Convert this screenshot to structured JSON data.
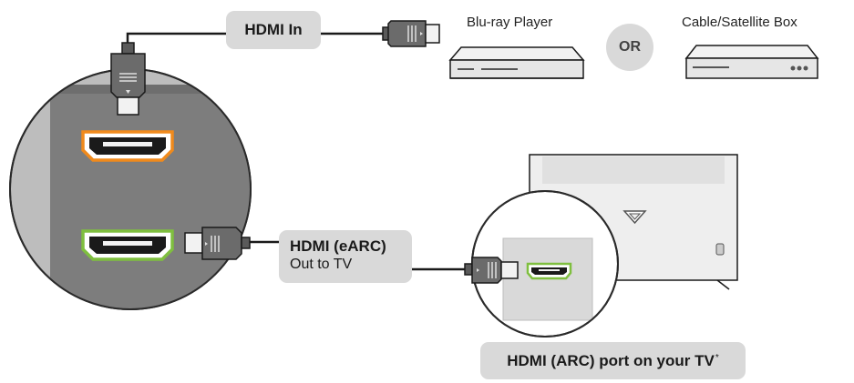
{
  "labels": {
    "hdmi_in": "HDMI In",
    "bluray": "Blu-ray Player",
    "or": "OR",
    "cable_box": "Cable/Satellite Box",
    "earc_title": "HDMI (eARC)",
    "earc_sub": "Out to TV",
    "arc_port": "HDMI (ARC) port on your TV",
    "arc_asterisk": "*"
  },
  "colors": {
    "hdmi_in_port_ring": "#f08a1c",
    "earc_port_ring": "#7fbf3f",
    "arc_port_ring": "#7fbf3f",
    "pill_bg": "#d9d9d9",
    "device_body": "#e6e6e6",
    "panel_gray": "#7d7d7d",
    "cable": "#1a1a1a"
  },
  "icons": [
    "hdmi-plug-icon",
    "hdmi-port-icon",
    "bluray-player-icon",
    "cable-box-icon",
    "tv-icon",
    "vizio-v-logo-icon"
  ]
}
